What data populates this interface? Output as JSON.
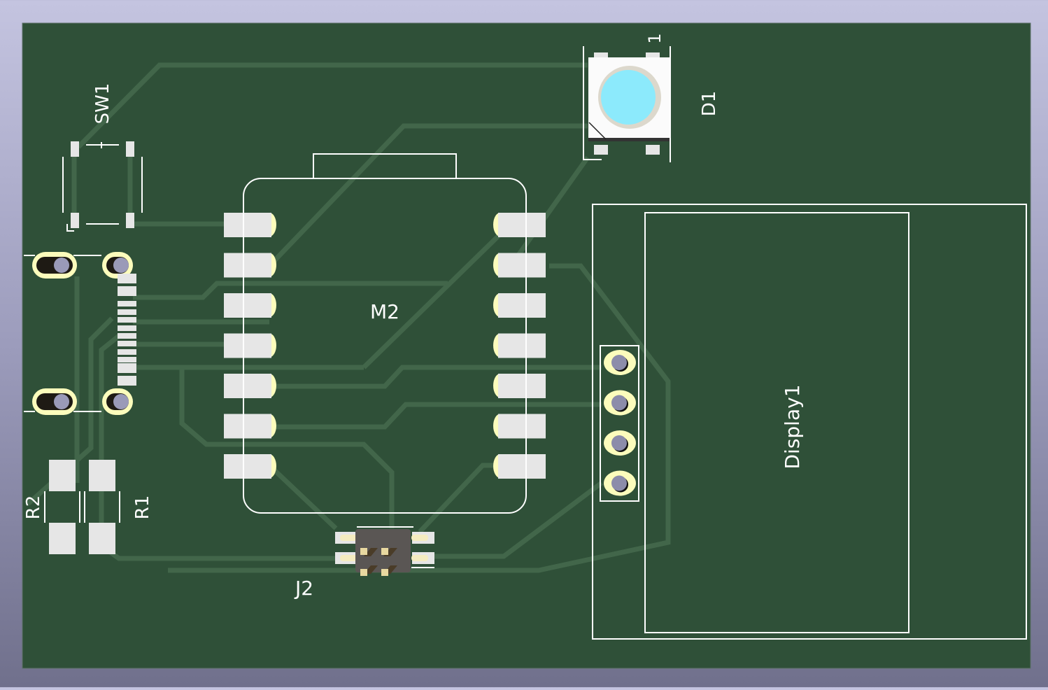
{
  "app": {
    "view": "3D Viewer",
    "board_name": "PCB"
  },
  "colors": {
    "background_top": "#c4c4e0",
    "background_bottom": "#70708c",
    "soldermask": "#2f5038",
    "track": "#42664a",
    "silkscreen": "#ffffff",
    "pad": "#e6e6e6",
    "copper_ring": "#fcfcbc",
    "drill": "#8c8caa",
    "led_lens": "#8ceafc",
    "connector_body": "#5a5654",
    "pin_gold": "#e8d8a0"
  },
  "components": {
    "sw1": {
      "ref": "SW1",
      "type": "tactile-switch"
    },
    "d1": {
      "ref": "D1",
      "type": "rgb-led",
      "pin1_marker": "1"
    },
    "m2": {
      "ref": "M2",
      "type": "module",
      "pins_per_side": 7
    },
    "display1": {
      "ref": "Display1",
      "type": "display",
      "header_pins": 4
    },
    "j2": {
      "ref": "J2",
      "type": "pin-header-2x2"
    },
    "r1": {
      "ref": "R1",
      "type": "resistor"
    },
    "r2": {
      "ref": "R2",
      "type": "resistor"
    },
    "usb": {
      "ref": "",
      "type": "usb-c-connector",
      "signal_pads": 12
    }
  }
}
